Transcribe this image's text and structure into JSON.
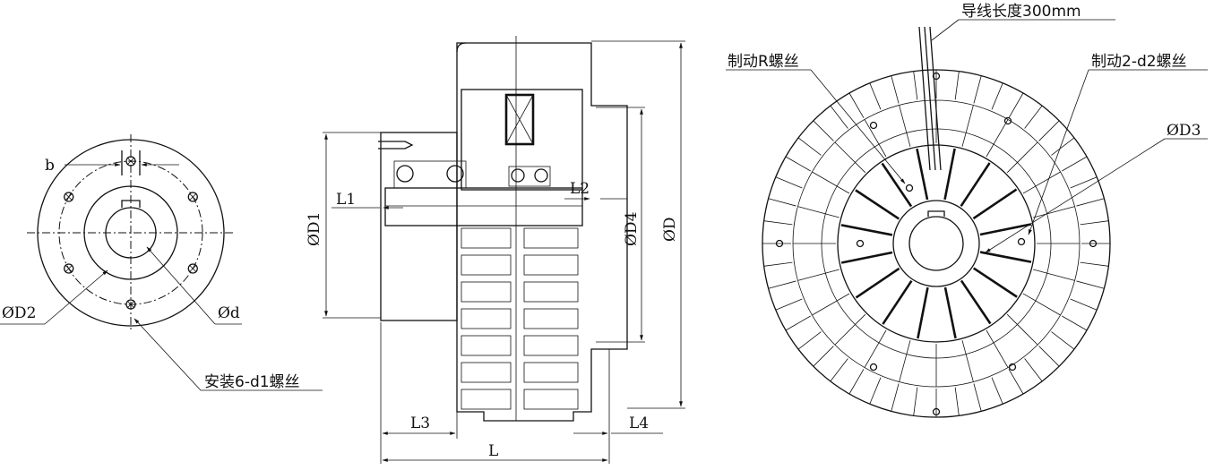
{
  "labels": {
    "lead_length": "导线长度300mm",
    "brake_R_screw": "制动R螺丝",
    "brake_2_d2_screw": "制动2-d2螺丝",
    "phi_D3": "ØD3",
    "phi_D2": "ØD2",
    "phi_d": "Ød",
    "b": "b",
    "mount_6_d1_screw": "安装6-d1螺丝",
    "L1": "L1",
    "L2": "L2",
    "L3": "L3",
    "L4": "L4",
    "L": "L",
    "phi_D1": "ØD1",
    "phi_D4": "ØD4",
    "phi_D": "ØD"
  }
}
